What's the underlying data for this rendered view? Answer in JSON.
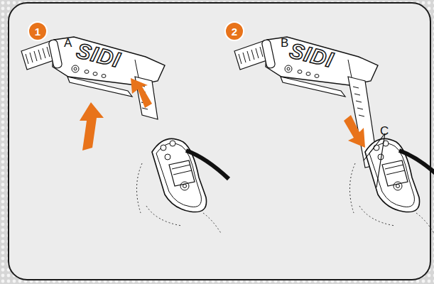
{
  "diagram": {
    "nodes": [
      {
        "text": [
          "1"
        ]
      },
      {
        "text": [
          "2"
        ]
      }
    ],
    "labels": [
      "A",
      "B",
      "C",
      "SIDI",
      "SIDI"
    ]
  }
}
